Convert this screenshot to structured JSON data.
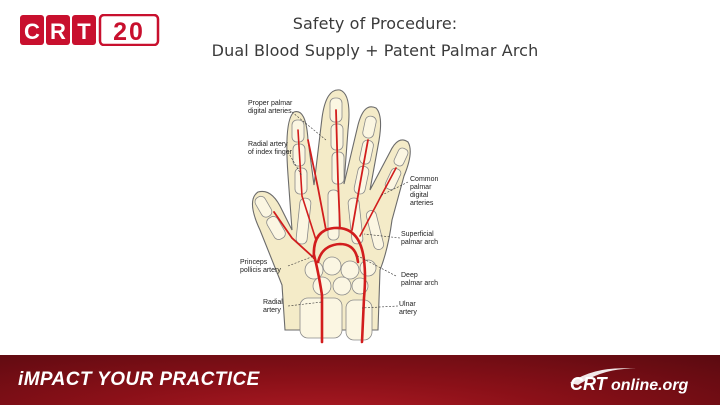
{
  "logo": {
    "text_crt": "CRT",
    "text_num": "20"
  },
  "slide": {
    "title_line1": "Safety of Procedure:",
    "title_line2": "Dual Blood Supply + Patent Palmar  Arch"
  },
  "annotations": {
    "proper_palmar": [
      "Proper palmar",
      "digital arteries"
    ],
    "radial_index": [
      "Radial artery",
      "of index finger"
    ],
    "common_palmar": [
      "Common",
      "palmar",
      "digital",
      "arteries"
    ],
    "superficial_arch": [
      "Superficial",
      "palmar arch"
    ],
    "princeps": [
      "Princeps",
      "pollicis artery"
    ],
    "deep_arch": [
      "Deep",
      "palmar arch"
    ],
    "radial": [
      "Radial",
      "artery"
    ],
    "ulnar": [
      "Ulnar",
      "artery"
    ]
  },
  "footer": {
    "tagline_i": "i",
    "tagline_rest": "MPACT YOUR PRACTICE",
    "brand_crt": "CRT",
    "brand_online": "online.org"
  },
  "colors": {
    "brand_red": "#c8102e",
    "artery_red": "#d21d1d",
    "footer_red": "#8a1018"
  }
}
